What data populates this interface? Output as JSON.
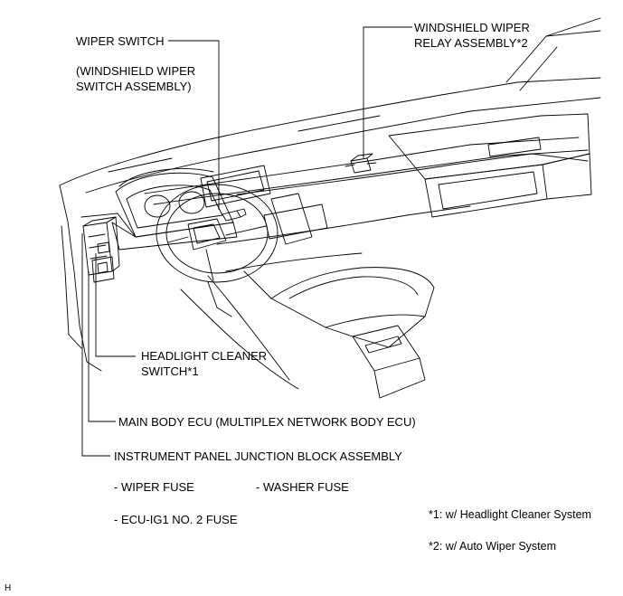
{
  "labels": {
    "wiper_switch": "WIPER SWITCH",
    "wiper_switch_assembly_line1": "(WINDSHIELD WIPER",
    "wiper_switch_assembly_line2": "SWITCH ASSEMBLY)",
    "wiper_relay_line1": "WINDSHIELD WIPER",
    "wiper_relay_line2": "RELAY ASSEMBLY*2",
    "headlight_cleaner_line1": "HEADLIGHT CLEANER",
    "headlight_cleaner_line2": "SWITCH*1",
    "main_body_ecu": "MAIN BODY ECU (MULTIPLEX NETWORK BODY ECU)",
    "junction_block": "INSTRUMENT PANEL JUNCTION BLOCK ASSEMBLY"
  },
  "fuses": {
    "wiper_fuse": "- WIPER FUSE",
    "washer_fuse": "- WASHER FUSE",
    "ecu_ig1_fuse": "- ECU-IG1 NO. 2 FUSE"
  },
  "notes": {
    "note1": "*1: w/ Headlight Cleaner System",
    "note2": "*2: w/ Auto Wiper System"
  },
  "corner_mark": "H"
}
